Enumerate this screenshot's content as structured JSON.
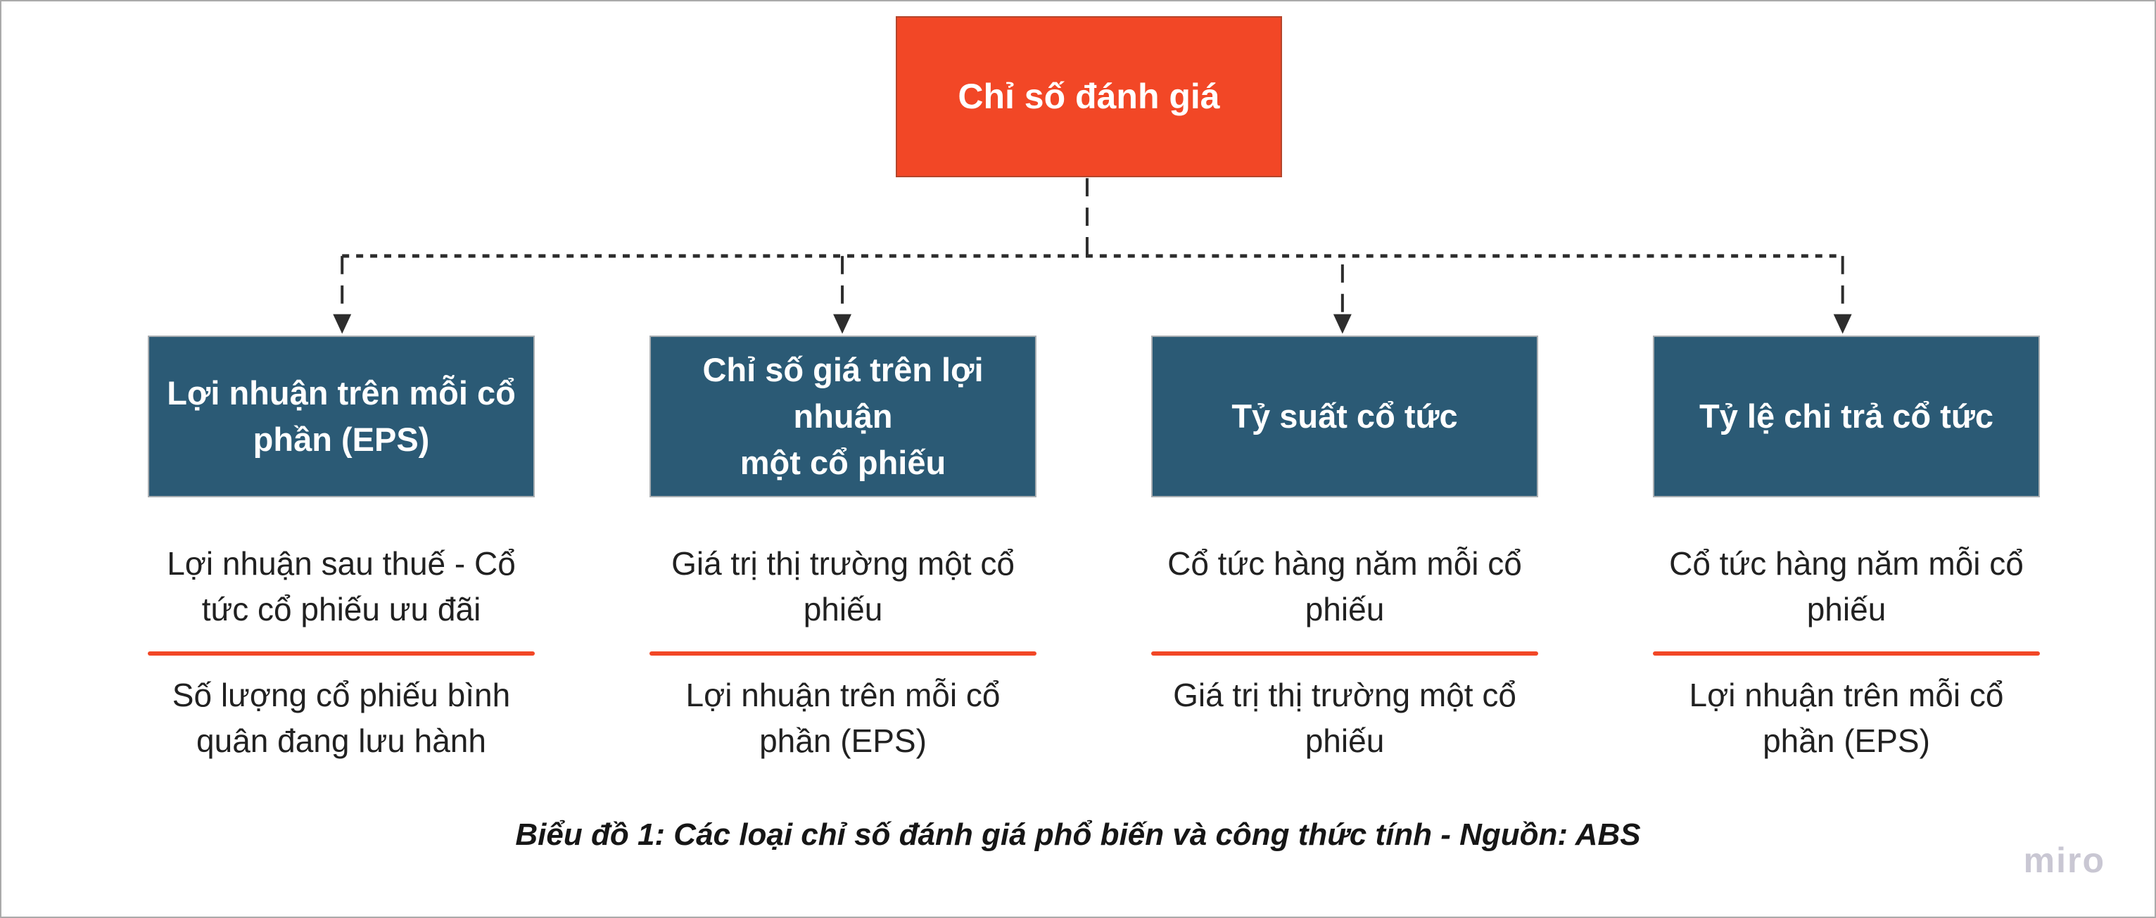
{
  "diagram": {
    "root": {
      "title": "Chỉ số đánh giá"
    },
    "columns": [
      {
        "title": "Lợi nhuận trên mỗi cổ\nphần (EPS)",
        "formula": {
          "numerator": "Lợi nhuận sau thuế - Cổ\ntức cổ phiếu ưu đãi",
          "denominator": "Số lượng cổ phiếu bình\nquân đang lưu hành"
        }
      },
      {
        "title": "Chỉ số giá trên lợi nhuận\nmột cổ phiếu",
        "formula": {
          "numerator": "Giá trị thị trường một cổ\nphiếu",
          "denominator": "Lợi nhuận trên mỗi cổ\nphần (EPS)"
        }
      },
      {
        "title": "Tỷ suất cổ tức",
        "formula": {
          "numerator": "Cổ tức hàng năm mỗi cổ\nphiếu",
          "denominator": "Giá trị thị trường một cổ\nphiếu"
        }
      },
      {
        "title": "Tỷ lệ chi trả cổ tức",
        "formula": {
          "numerator": "Cổ tức hàng năm mỗi cổ\nphiếu",
          "denominator": "Lợi nhuận trên mỗi cổ\nphần (EPS)"
        }
      }
    ],
    "caption": "Biểu đồ 1: Các loại chỉ số đánh giá phổ biến và công thức tính - Nguồn: ABS",
    "watermark": "miro",
    "colors": {
      "root_bg": "#F24726",
      "category_bg": "#2B5A75",
      "divider": "#F24726",
      "connector": "#2D2D2D",
      "title_text": "#FFFFFF",
      "formula_text": "#212121",
      "watermark_text": "#C9C7D3",
      "canvas_border": "#AAAAAA"
    }
  }
}
